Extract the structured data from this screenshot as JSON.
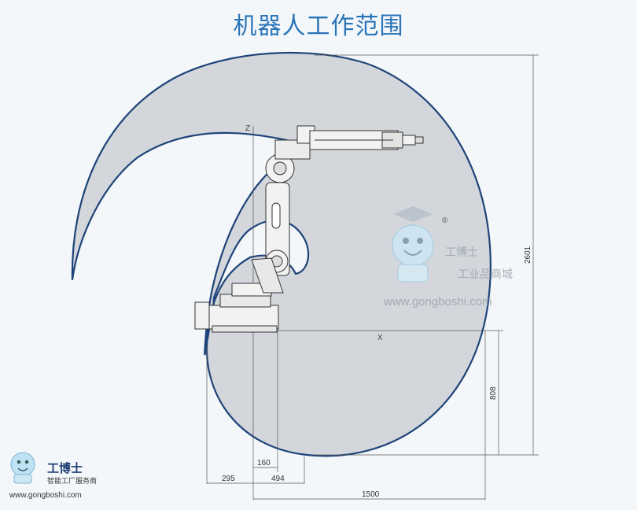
{
  "title": "机器人工作范围",
  "axes": {
    "z": "Z",
    "x": "X"
  },
  "dimensions": {
    "height_total": "2601",
    "height_base": "808",
    "d160": "160",
    "d295": "295",
    "d494": "494",
    "d1500": "1500"
  },
  "watermark": {
    "brand": "工博士",
    "subtitle": "工业品商城",
    "url": "www.gongboshi.com",
    "registered": "®"
  },
  "logo": {
    "brand": "工博士",
    "subtitle": "智能工厂服务商",
    "url": "www.gongboshi.com"
  },
  "colors": {
    "envelope_fill": "#d3d7dc",
    "envelope_stroke": "#1e4479",
    "title": "#2a74b8"
  }
}
